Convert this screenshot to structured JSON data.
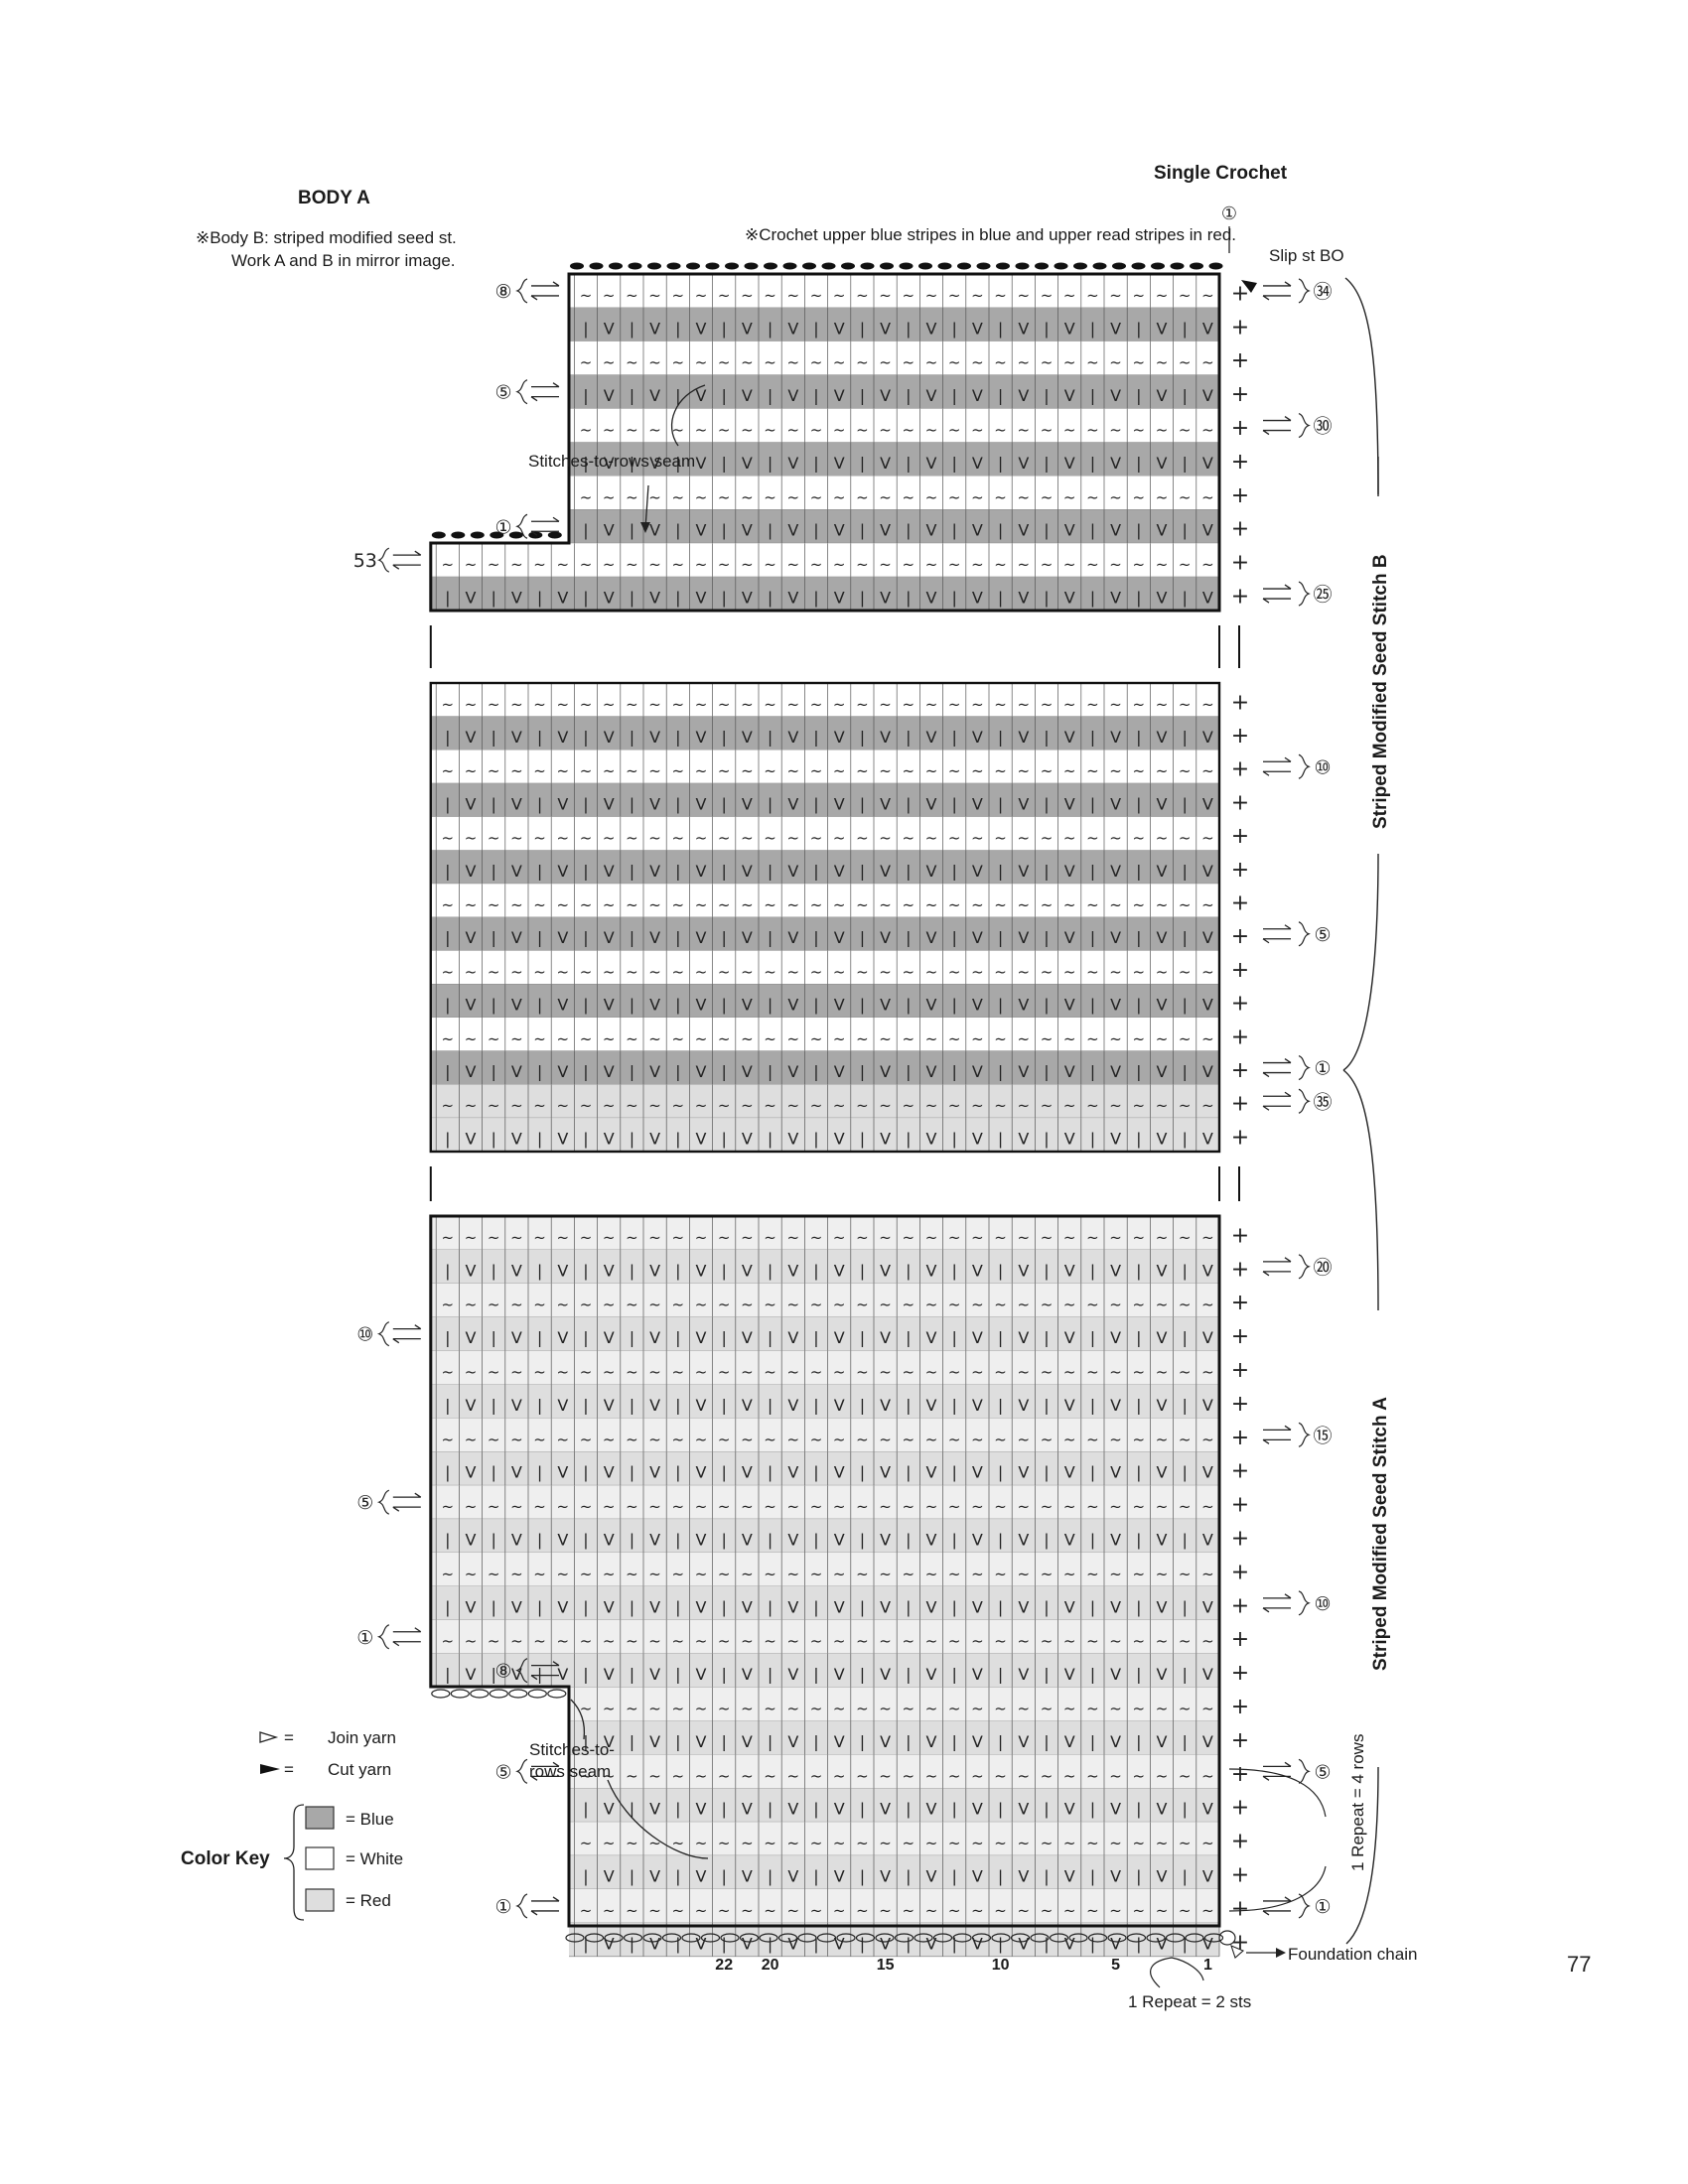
{
  "page": {
    "title": "BODY A",
    "note_body_b_line1": "※Body B: striped modified seed st.",
    "note_body_b_line2": "Work A and B in mirror image.",
    "note_top": "※Crochet upper blue stripes in blue and upper read stripes in red.",
    "page_number": "77"
  },
  "labels": {
    "single_crochet": "Single Crochet",
    "slip_st_bo": "Slip st BO",
    "stitches_to_rows_seam_top": "Stitches-to-rows seam",
    "stitches_to_rows_seam_bottom_line1": "Stitches-to-",
    "stitches_to_rows_seam_bottom_line2": "rows seam",
    "foundation_chain": "Foundation chain",
    "repeat_sts": "1 Repeat = 2 sts",
    "repeat_rows": "1 Repeat = 4 rows",
    "section_b": "Striped Modified Seed Stitch B",
    "section_a": "Striped Modified Seed Stitch A"
  },
  "legend": {
    "join_symbol": "▻ =",
    "join_label": "Join yarn",
    "cut_symbol": "►=",
    "cut_label": "Cut yarn",
    "color_key_title": "Color Key",
    "colors": [
      {
        "label": "= Blue",
        "color": "#a8a8a8"
      },
      {
        "label": "= White",
        "color": "#ffffff"
      },
      {
        "label": "= Red",
        "color": "#dedede"
      }
    ]
  },
  "row_markers": {
    "right": [
      {
        "text": "㉞",
        "section": "top",
        "row": 1
      },
      {
        "text": "㉚",
        "section": "top",
        "row": 5
      },
      {
        "text": "㉕",
        "section": "top",
        "row": 10
      },
      {
        "text": "⑩",
        "section": "middle",
        "row": 3
      },
      {
        "text": "⑤",
        "section": "middle",
        "row": 8
      },
      {
        "text": "①",
        "section": "middle",
        "row": 12
      },
      {
        "text": "㉟",
        "section": "middle",
        "row": 13
      },
      {
        "text": "⑳",
        "section": "bottom",
        "row": 2
      },
      {
        "text": "⑮",
        "section": "bottom",
        "row": 7
      },
      {
        "text": "⑩",
        "section": "bottom",
        "row": 12
      },
      {
        "text": "⑤",
        "section": "bottom",
        "row": 17
      },
      {
        "text": "①",
        "section": "bottom",
        "row": 21
      }
    ],
    "left": [
      {
        "text": "⑧",
        "section": "top",
        "row": 1
      },
      {
        "text": "⑤",
        "section": "top",
        "row": 4
      },
      {
        "text": "①",
        "section": "top",
        "row": 8
      },
      {
        "text": "53",
        "section": "top",
        "row": 9
      },
      {
        "text": "⑩",
        "section": "bottom",
        "row": 4
      },
      {
        "text": "⑤",
        "section": "bottom",
        "row": 9
      },
      {
        "text": "①",
        "section": "bottom",
        "row": 13
      },
      {
        "text": "⑧",
        "section": "bottom",
        "row": 14
      },
      {
        "text": "⑤",
        "section": "bottom",
        "row": 17
      },
      {
        "text": "①",
        "section": "bottom",
        "row": 21
      }
    ],
    "single_crochet_marker": "①"
  },
  "stitch_numbers": [
    "22",
    "20",
    "15",
    "10",
    "5",
    "1"
  ]
}
